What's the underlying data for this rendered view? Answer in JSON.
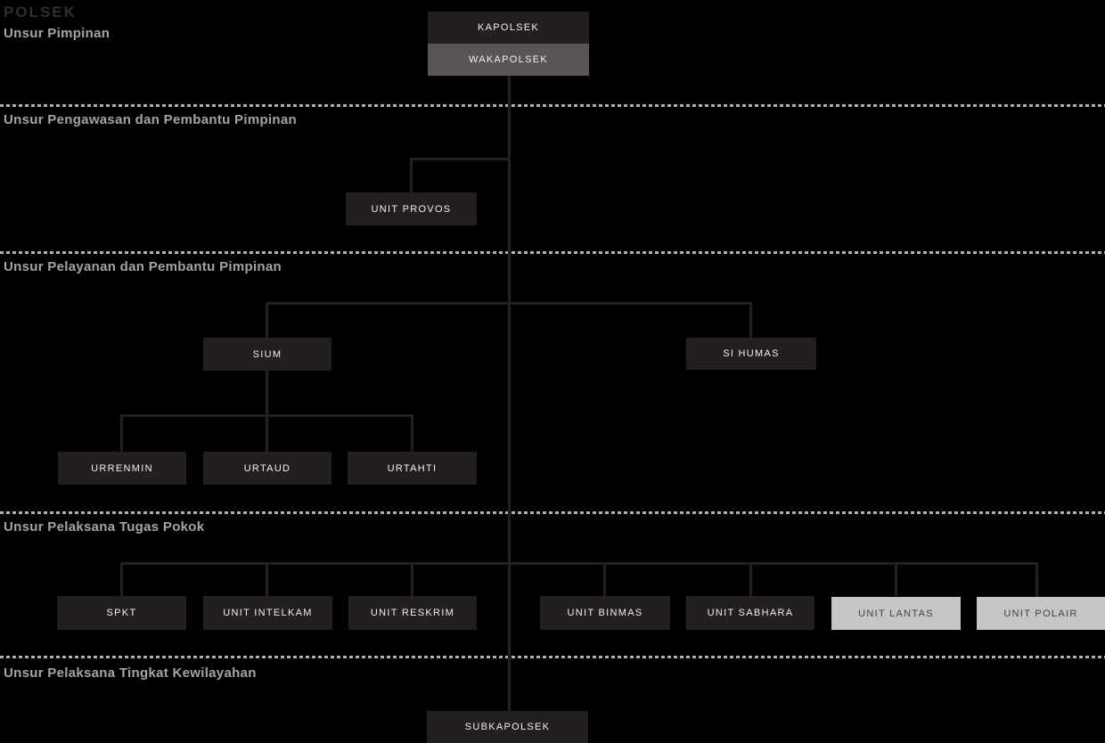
{
  "title": "POLSEK",
  "sections": {
    "pimpinan": {
      "label": "Unsur Pimpinan"
    },
    "pengawasan": {
      "label": "Unsur Pengawasan dan Pembantu Pimpinan"
    },
    "pelayanan": {
      "label": "Unsur Pelayanan dan Pembantu Pimpinan"
    },
    "pelaksana_pokok": {
      "label": "Unsur Pelaksana Tugas Pokok"
    },
    "kewilayahan": {
      "label": "Unsur Pelaksana Tingkat Kewilayahan"
    }
  },
  "nodes": {
    "kapolsek": "KAPOLSEK",
    "wakapolsek": "WAKAPOLSEK",
    "unit_provos": "UNIT PROVOS",
    "sium": "SIUM",
    "si_humas": "SI HUMAS",
    "urrenmin": "URRENMIN",
    "urtaud": "URTAUD",
    "urtahti": "URTAHTI",
    "spkt": "SPKT",
    "unit_intelkam": "UNIT INTELKAM",
    "unit_reskrim": "UNIT RESKRIM",
    "unit_binmas": "UNIT BINMAS",
    "unit_sabhara": "UNIT SABHARA",
    "unit_lantas": "UNIT LANTAS",
    "unit_polair": "UNIT POLAIR",
    "subkapolsek": "SUBKAPOLSEK"
  },
  "colors": {
    "background": "#000000",
    "box_dark": "#231f20",
    "box_gray": "#595557",
    "box_light": "#c6c6c6",
    "text_light": "#f0eeee",
    "text_dark": "#454142",
    "section_label": "#a6a3a4",
    "title_color": "#322d2e",
    "divider": "#b0b0b0",
    "connector": "#252020"
  }
}
